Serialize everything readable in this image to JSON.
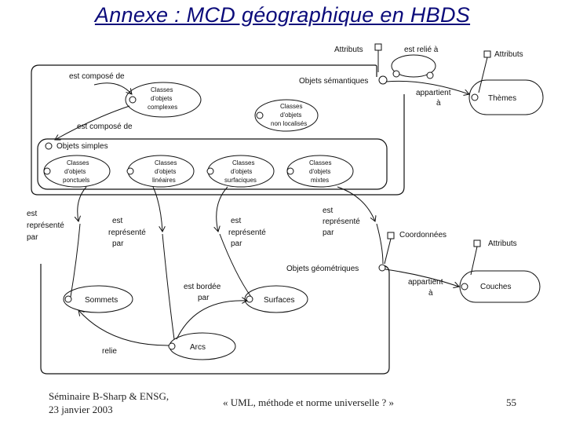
{
  "slide": {
    "title": "Annexe : MCD géographique en HBDS"
  },
  "diagram": {
    "labels": {
      "attributs_top": "Attributs",
      "est_relie_a": "est relié à",
      "attributs_right": "Attributs",
      "objets_semantiques": "Objets sémantiques",
      "appartient_1": "appartient",
      "appartient_1b": "à",
      "themes": "Thèmes",
      "est_compose_de_top": "est composé de",
      "est_compose_de_bottom": "est composé de",
      "objets_simples": "Objets simples",
      "est_represente_par_1a": "est",
      "est_represente_par_1b": "représenté",
      "est_represente_par_1c": "par",
      "est_represente_par_2a": "est",
      "est_represente_par_2b": "représenté",
      "est_represente_par_2c": "par",
      "est_represente_par_3a": "est",
      "est_represente_par_3b": "représenté",
      "est_represente_par_3c": "par",
      "est_represente_par_4a": "est",
      "est_represente_par_4b": "représenté",
      "est_represente_par_4c": "par",
      "coordonnees": "Coordonnées",
      "attributs_geo": "Attributs",
      "objets_geometriques": "Objets géométriques",
      "appartient_2": "appartient",
      "appartient_2b": "à",
      "couches": "Couches",
      "est_bordee_par_a": "est bordée",
      "est_bordee_par_b": "par",
      "sommets": "Sommets",
      "surfaces": "Surfaces",
      "relie": "relie",
      "arcs": "Arcs"
    },
    "classes": {
      "complexes": [
        "Classes",
        "d'objets",
        "complexes"
      ],
      "non_localises": [
        "Classes",
        "d'objets",
        "non localisés"
      ],
      "ponctuels": [
        "Classes",
        "d'objets",
        "ponctuels"
      ],
      "lineaires": [
        "Classes",
        "d'objets",
        "linéaires"
      ],
      "surfaciques": [
        "Classes",
        "d'objets",
        "surfaciques"
      ],
      "mixtes": [
        "Classes",
        "d'objets",
        "mixtes"
      ]
    }
  },
  "footer": {
    "left_line1": "Séminaire B-Sharp & ENSG,",
    "left_line2": "23 janvier 2003",
    "center": "« UML, méthode et norme universelle ? »",
    "page": "55"
  }
}
